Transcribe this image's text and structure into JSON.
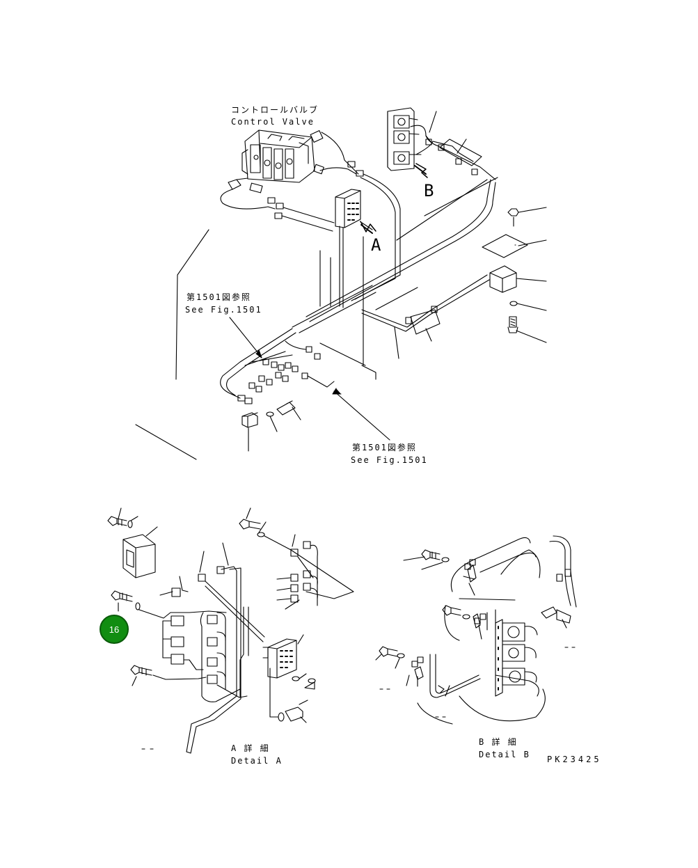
{
  "labels": {
    "control_valve_jp": "コントロールバルブ",
    "control_valve_en": "Control Valve",
    "see_fig_jp_1": "第1501図参照",
    "see_fig_en_1": "See Fig.1501",
    "see_fig_jp_2": "第1501図参照",
    "see_fig_en_2": "See Fig.1501",
    "marker_a": "A",
    "marker_b": "B",
    "detail_a_jp": "A 詳 細",
    "detail_a_en": "Detail A",
    "detail_b_jp": "B 詳 細",
    "detail_b_en": "Detail B",
    "drawing_number": "PK23425"
  },
  "callout": {
    "number": "16",
    "color": "#118d11"
  }
}
